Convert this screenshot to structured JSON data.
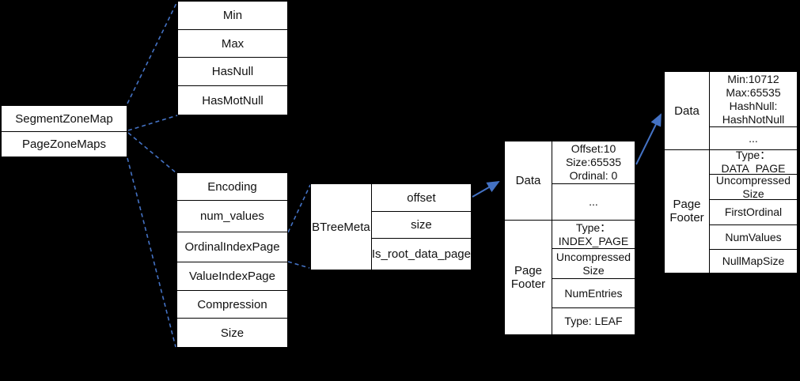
{
  "colors": {
    "background": "#000000",
    "connector_blue": "#4472C4",
    "box_fill": "#ffffff",
    "box_border": "#000000",
    "text": "#111111"
  },
  "boxes": {
    "segment": {
      "rows": [
        "SegmentZoneMap",
        "PageZoneMaps"
      ]
    },
    "zonemap": {
      "rows": [
        "Min",
        "Max",
        "HasNull",
        "HasMotNull"
      ]
    },
    "pagezonemap": {
      "rows": [
        "Encoding",
        "num_values",
        "OrdinalIndexPage",
        "ValueIndexPage",
        "Compression",
        "Size"
      ]
    },
    "btreemeta": {
      "label": "BTreeMeta",
      "rows": [
        "offset",
        "size",
        "Is_root_data_page"
      ]
    },
    "index_page": {
      "data_label": "Data",
      "footer_label": "Page Footer",
      "data_rows": [
        "Offset:10\nSize:65535\nOrdinal: 0",
        "..."
      ],
      "footer_rows": [
        "Type：\nINDEX_PAGE",
        "Uncompressed\nSize",
        "NumEntries",
        "Type: LEAF"
      ]
    },
    "data_page": {
      "data_label": "Data",
      "footer_label": "Page Footer",
      "data_rows": [
        "Min:10712\nMax:65535\nHashNull:\nHashNotNull",
        "..."
      ],
      "footer_rows": [
        "Type：\nDATA_PAGE",
        "Uncompressed\nSize",
        "FirstOrdinal",
        "NumValues",
        "NullMapSize"
      ]
    }
  }
}
